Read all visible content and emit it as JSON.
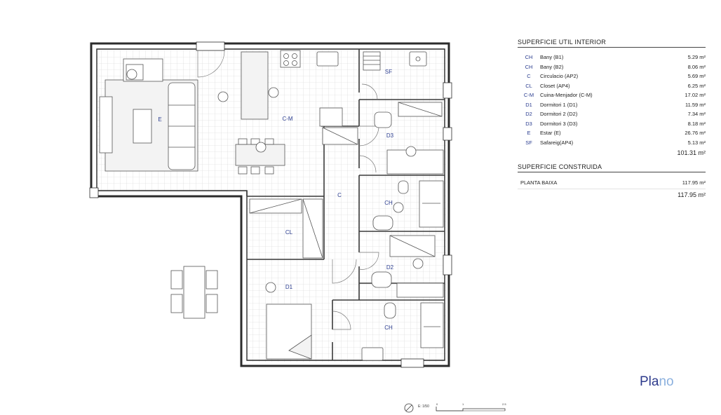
{
  "plan_labels": {
    "estar": "E",
    "cuina": "C-M",
    "safareig": "SF",
    "d3": "D3",
    "circulacio": "C",
    "closet": "CL",
    "bany_b2": "CH",
    "d2": "D2",
    "d1": "D1",
    "bany_b1": "CH"
  },
  "useful_area": {
    "title": "SUPERFICIE UTIL INTERIOR",
    "rows": [
      {
        "code": "CH",
        "name": "Bany (B1)",
        "area": "5.29 m²"
      },
      {
        "code": "CH",
        "name": "Bany (B2)",
        "area": "8.06 m²"
      },
      {
        "code": "C",
        "name": "Circulacio (AP2)",
        "area": "5.69 m²"
      },
      {
        "code": "CL",
        "name": "Closet (AP4)",
        "area": "6.25 m²"
      },
      {
        "code": "C-M",
        "name": "Cuina-Menjador (C-M)",
        "area": "17.02 m²"
      },
      {
        "code": "D1",
        "name": "Dormitori 1 (D1)",
        "area": "11.59 m²"
      },
      {
        "code": "D2",
        "name": "Dormitori 2 (D2)",
        "area": "7.34 m²"
      },
      {
        "code": "D3",
        "name": "Dormitori 3 (D3)",
        "area": "8.18 m²"
      },
      {
        "code": "E",
        "name": "Estar (E)",
        "area": "26.76 m²"
      },
      {
        "code": "SF",
        "name": "Safareig(AP4)",
        "area": "5.13 m²"
      }
    ],
    "total": "101.31 m²"
  },
  "built_area": {
    "title": "SUPERFICIE CONSTRUIDA",
    "rows": [
      {
        "name": "PLANTA BAIXA",
        "area": "117.95 m²"
      }
    ],
    "total": "117.95 m²"
  },
  "brand": {
    "part1": "Pla",
    "part2": "no",
    "color1": "#2e3b8c",
    "color2": "#8bb0de"
  },
  "scale": {
    "label": "E: 1/50",
    "ticks": [
      "0",
      "1",
      "2.5"
    ]
  }
}
